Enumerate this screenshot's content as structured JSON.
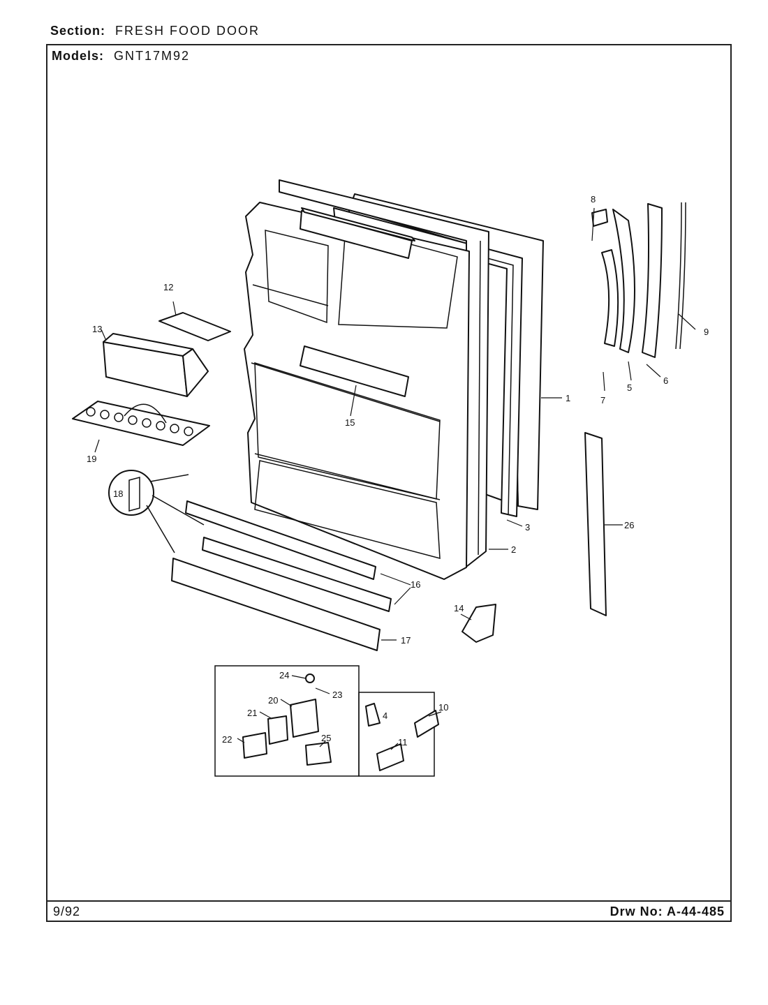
{
  "header": {
    "section_label": "Section:",
    "section_value": "FRESH FOOD DOOR",
    "models_label": "Models:",
    "models_value": "GNT17M92"
  },
  "footer": {
    "date": "9/92",
    "drawing_label": "Drw No:",
    "drawing_value": "A-44-485"
  },
  "callouts": {
    "n1": "1",
    "n2": "2",
    "n3": "3",
    "n4": "4",
    "n5": "5",
    "n6": "6",
    "n7": "7",
    "n8": "8",
    "n9": "9",
    "n10": "10",
    "n11": "11",
    "n12": "12",
    "n13": "13",
    "n14": "14",
    "n15": "15",
    "n16": "16",
    "n17": "17",
    "n18": "18",
    "n19": "19",
    "n20": "20",
    "n21": "21",
    "n22": "22",
    "n23": "23",
    "n24": "24",
    "n25": "25",
    "n26": "26"
  }
}
